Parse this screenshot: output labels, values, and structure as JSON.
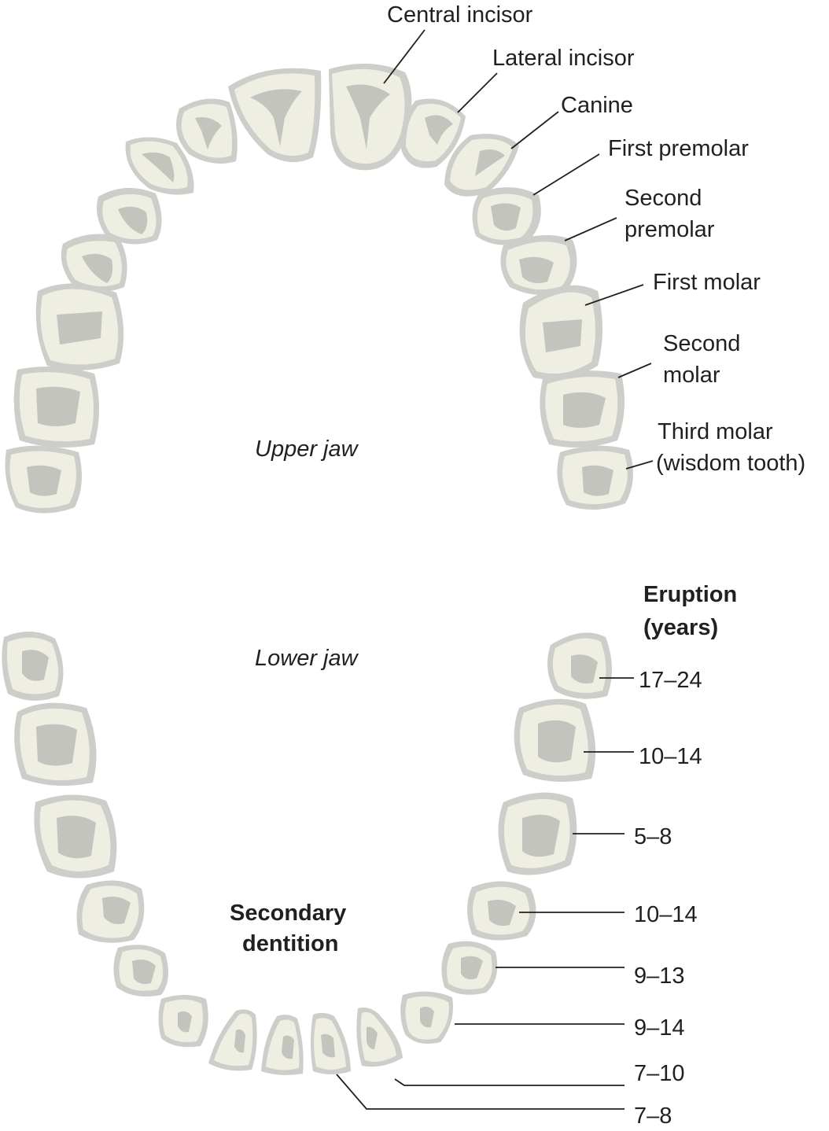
{
  "upper_jaw": {
    "label": "Upper jaw",
    "teeth": [
      "Central incisor",
      "Lateral incisor",
      "Canine",
      "First premolar",
      [
        "Second",
        "premolar"
      ],
      "First molar",
      [
        "Second",
        "molar"
      ],
      [
        "Third molar",
        "(wisdom tooth)"
      ]
    ]
  },
  "lower_jaw": {
    "label": "Lower jaw",
    "eruption_header": [
      "Eruption",
      "(years)"
    ],
    "eruption_years": [
      "17–24",
      "10–14",
      "5–8",
      "10–14",
      "9–13",
      "9–14",
      "7–10",
      "7–8"
    ]
  },
  "dentition_label": [
    "Secondary",
    "dentition"
  ],
  "colors": {
    "tooth_light": "#eeeee2",
    "tooth_shadow": "#cdcdc9",
    "text": "#231f20"
  }
}
